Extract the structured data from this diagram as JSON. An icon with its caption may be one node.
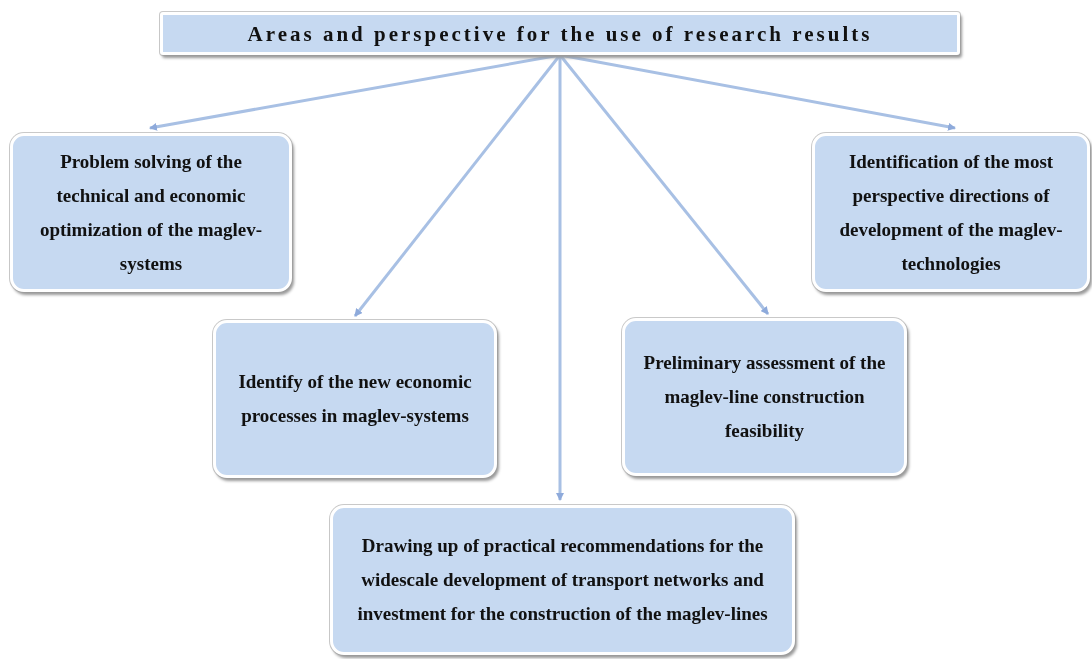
{
  "diagram": {
    "nodes": [
      {
        "text": [
          "Areas and perspective for the use of research results"
        ]
      },
      {
        "text": [
          "Problem solving of the technical and economic optimization of the maglev- systems"
        ]
      },
      {
        "text": [
          "Identification of the most perspective directions of development of the maglev- technologies"
        ]
      },
      {
        "text": [
          "Identify of the new economic processes in maglev-systems"
        ]
      },
      {
        "text": [
          "Preliminary assessment of the maglev-line construction feasibility"
        ]
      },
      {
        "text": [
          "Drawing up of practical recommendations for the widescale development of transport networks and investment for the construction of the maglev-lines"
        ]
      }
    ],
    "edges": [
      {
        "from": 0,
        "to": 1,
        "arrow": "to"
      },
      {
        "from": 0,
        "to": 2,
        "arrow": "to"
      },
      {
        "from": 0,
        "to": 3,
        "arrow": "to"
      },
      {
        "from": 0,
        "to": 4,
        "arrow": "to"
      },
      {
        "from": 0,
        "to": 5,
        "arrow": "to"
      }
    ]
  }
}
